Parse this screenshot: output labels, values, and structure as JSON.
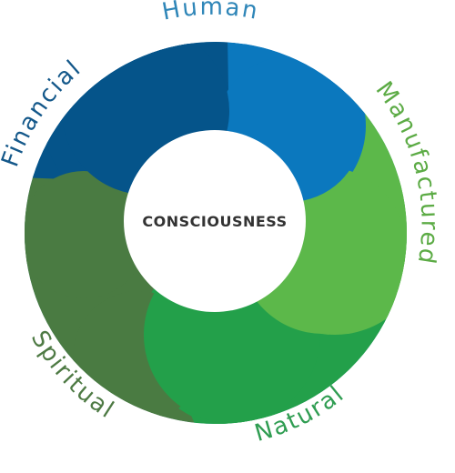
{
  "diagram": {
    "center_label": "CONSCIOUSNESS",
    "segments": [
      {
        "key": "human",
        "label": "Human",
        "color": "#0b78be",
        "label_color": "#2f86b8"
      },
      {
        "key": "manufactured",
        "label": "Manufactured",
        "color": "#5cb84a",
        "label_color": "#5cab45"
      },
      {
        "key": "natural",
        "label": "Natural",
        "color": "#23a04a",
        "label_color": "#2f9d52"
      },
      {
        "key": "spiritual",
        "label": "Spiritual",
        "color": "#4a7b42",
        "label_color": "#4e7a44"
      },
      {
        "key": "financial",
        "label": "Financial",
        "color": "#05548a",
        "label_color": "#14588a"
      }
    ]
  }
}
